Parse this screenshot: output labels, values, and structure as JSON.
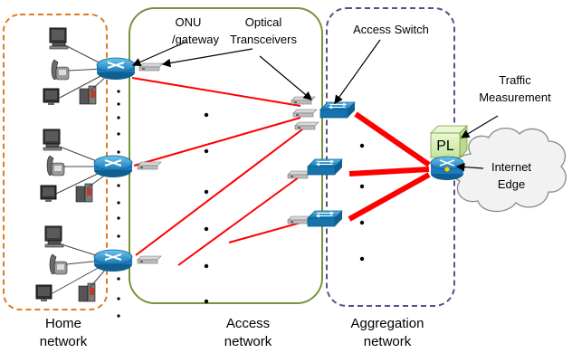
{
  "labels": {
    "onu_line1": "ONU",
    "onu_line2": "/gateway",
    "optical_line1": "Optical",
    "optical_line2": "Transceivers",
    "access_switch": "Access Switch",
    "traffic_line1": "Traffic",
    "traffic_line2": "Measurement",
    "pl": "PL",
    "internet_line1": "Internet",
    "internet_line2": "Edge",
    "home_line1": "Home",
    "home_line2": "network",
    "access_line1": "Access",
    "access_line2": "network",
    "aggregation_line1": "Aggregation",
    "aggregation_line2": "network"
  },
  "colors": {
    "home_border": "#e07b22",
    "access_border": "#77933c",
    "aggregation_border": "#5f4b8b",
    "link_red": "#ff0000",
    "router_blue": "#1f8fc8",
    "pl_fill": "#d7f0b0"
  },
  "icons": [
    "monitor-icon",
    "phone-icon",
    "tv-icon",
    "camera-icon",
    "router-icon",
    "transceiver-icon",
    "switch-icon",
    "internet-cloud-icon",
    "edge-router-icon"
  ]
}
